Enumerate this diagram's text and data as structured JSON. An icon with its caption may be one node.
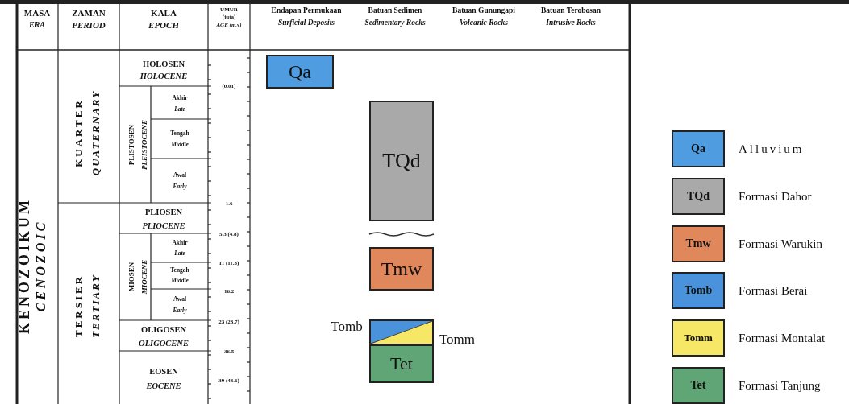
{
  "diagram": {
    "nodes": [
      {
        "text": [
          "Qa"
        ]
      },
      {
        "text": [
          "TQd"
        ]
      },
      {
        "text": [
          "Tmw"
        ]
      },
      {
        "text": [],
        "shape": "box",
        "beside": [
          "Tomb",
          "Tomm"
        ]
      },
      {
        "text": [
          "Tet"
        ]
      }
    ],
    "edges": [],
    "labels": [
      "MASA",
      "ERA",
      "ZAMAN",
      "PERIOD",
      "KALA",
      "EPOCH",
      "UMUR",
      "(juta)",
      "AGE (m.y)",
      "Endapan Permukaan",
      "Surficial Deposits",
      "Batuan Sedimen",
      "Sedimentary Rocks",
      "Batuan Gunungapi",
      "Volcanic Rocks",
      "Batuan Terobosan",
      "Intrusive Rocks",
      "KENOZOIKUM",
      "CENOZOIC",
      "KUARTER",
      "QUATERNARY",
      "HOLOSEN",
      "HOLOCENE",
      "(0.01)",
      "PLISTOSEN",
      "PLEISTOCENE",
      "Akhir",
      "Late",
      "Tengah",
      "Middle",
      "Awal",
      "Early",
      "1.6",
      "TERSIER",
      "TERTIARY",
      "PLIOSEN",
      "PLIOCENE",
      "5.3 (4.8)",
      "MIOSEN",
      "MIOCENE",
      "Akhir",
      "Late",
      "11 (11.3)",
      "Tengah",
      "Middle",
      "16.2",
      "Awal",
      "Early",
      "23 (23.7)",
      "OLIGOSEN",
      "OLIGOCENE",
      "36.5",
      "EOSEN",
      "EOCENE",
      "39 (43.6)",
      "Qa",
      "TQd",
      "Tmw",
      "Tomb",
      "Tomm",
      "Tet"
    ],
    "legend": [
      {
        "text": "Alluvium",
        "color": "#4f9de0"
      },
      {
        "text": "Formasi Dahor",
        "color": "#a9a9a9"
      },
      {
        "text": "Formasi Warukin",
        "color": "#e0875c"
      },
      {
        "text": "Formasi Berai",
        "color": "#4a93dc"
      },
      {
        "text": "Formasi Montalat",
        "color": "#f6e766"
      },
      {
        "text": "Formasi Tanjung",
        "color": "#5fa575"
      }
    ]
  }
}
